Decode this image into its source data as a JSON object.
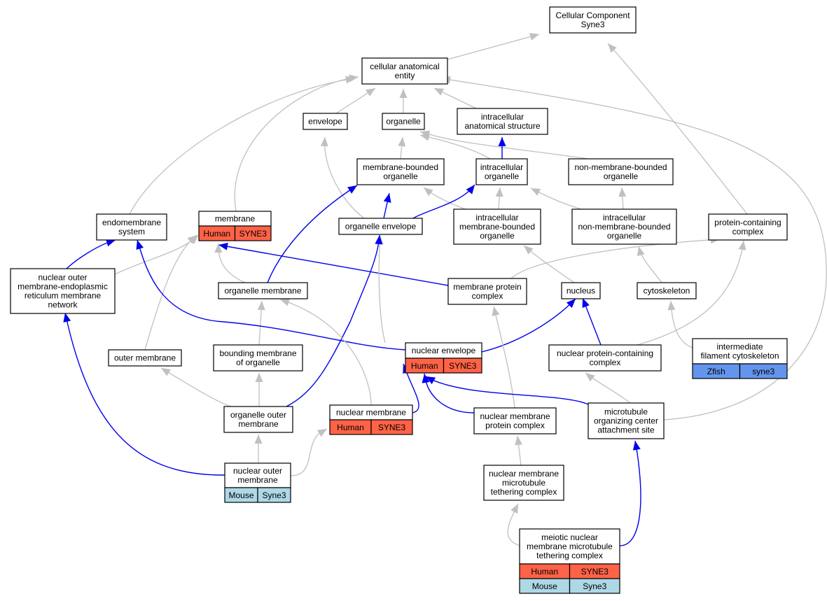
{
  "colors": {
    "Human": "#ff6347",
    "Mouse": "#add8e6",
    "Zfish": "#6495ed",
    "is_a_edge": "#c0c0c0",
    "part_of_edge": "#0000ee"
  },
  "nodes": [
    {
      "id": "cc",
      "name": "cellular-component-syne3-node",
      "lines": [
        "Cellular Component",
        "Syne3"
      ],
      "tags": []
    },
    {
      "id": "cae",
      "name": "cellular-anatomical-entity-node",
      "lines": [
        "cellular anatomical",
        "entity"
      ],
      "tags": []
    },
    {
      "id": "env",
      "name": "envelope-node",
      "lines": [
        "envelope"
      ],
      "tags": []
    },
    {
      "id": "org",
      "name": "organelle-node",
      "lines": [
        "organelle"
      ],
      "tags": []
    },
    {
      "id": "ias",
      "name": "intracellular-anatomical-structure-node",
      "lines": [
        "intracellular",
        "anatomical structure"
      ],
      "tags": []
    },
    {
      "id": "mbo",
      "name": "membrane-bounded-organelle-node",
      "lines": [
        "membrane-bounded",
        "organelle"
      ],
      "tags": []
    },
    {
      "id": "io",
      "name": "intracellular-organelle-node",
      "lines": [
        "intracellular",
        "organelle"
      ],
      "tags": []
    },
    {
      "id": "nmbo",
      "name": "non-membrane-bounded-organelle-node",
      "lines": [
        "non-membrane-bounded",
        "organelle"
      ],
      "tags": []
    },
    {
      "id": "es",
      "name": "endomembrane-system-node",
      "lines": [
        "endomembrane",
        "system"
      ],
      "tags": []
    },
    {
      "id": "mem",
      "name": "membrane-node",
      "lines": [
        "membrane"
      ],
      "tags": [
        {
          "species": "Human",
          "gene": "SYNE3"
        }
      ]
    },
    {
      "id": "oenv",
      "name": "organelle-envelope-node",
      "lines": [
        "organelle envelope"
      ],
      "tags": []
    },
    {
      "id": "imbo",
      "name": "intracellular-membrane-bounded-organelle-node",
      "lines": [
        "intracellular",
        "membrane-bounded",
        "organelle"
      ],
      "tags": []
    },
    {
      "id": "inmbo",
      "name": "intracellular-non-membrane-bounded-organelle-node",
      "lines": [
        "intracellular",
        "non-membrane-bounded",
        "organelle"
      ],
      "tags": []
    },
    {
      "id": "pcc",
      "name": "protein-containing-complex-node",
      "lines": [
        "protein-containing",
        "complex"
      ],
      "tags": []
    },
    {
      "id": "nomer",
      "name": "nuclear-outer-membrane-er-network-node",
      "lines": [
        "nuclear outer",
        "membrane-endoplasmic",
        "reticulum membrane",
        "network"
      ],
      "tags": []
    },
    {
      "id": "omem",
      "name": "organelle-membrane-node",
      "lines": [
        "organelle membrane"
      ],
      "tags": []
    },
    {
      "id": "mpc",
      "name": "membrane-protein-complex-node",
      "lines": [
        "membrane protein",
        "complex"
      ],
      "tags": []
    },
    {
      "id": "nuc",
      "name": "nucleus-node",
      "lines": [
        "nucleus"
      ],
      "tags": []
    },
    {
      "id": "csk",
      "name": "cytoskeleton-node",
      "lines": [
        "cytoskeleton"
      ],
      "tags": []
    },
    {
      "id": "ifc",
      "name": "intermediate-filament-cytoskeleton-node",
      "lines": [
        "intermediate",
        "filament cytoskeleton"
      ],
      "tags": [
        {
          "species": "Zfish",
          "gene": "syne3"
        }
      ]
    },
    {
      "id": "outm",
      "name": "outer-membrane-node",
      "lines": [
        "outer membrane"
      ],
      "tags": []
    },
    {
      "id": "bmo",
      "name": "bounding-membrane-of-organelle-node",
      "lines": [
        "bounding membrane",
        "of organelle"
      ],
      "tags": []
    },
    {
      "id": "nenv",
      "name": "nuclear-envelope-node",
      "lines": [
        "nuclear envelope"
      ],
      "tags": [
        {
          "species": "Human",
          "gene": "SYNE3"
        }
      ]
    },
    {
      "id": "npcc",
      "name": "nuclear-protein-containing-complex-node",
      "lines": [
        "nuclear protein-containing",
        "complex"
      ],
      "tags": []
    },
    {
      "id": "oom",
      "name": "organelle-outer-membrane-node",
      "lines": [
        "organelle outer",
        "membrane"
      ],
      "tags": []
    },
    {
      "id": "nmem",
      "name": "nuclear-membrane-node",
      "lines": [
        "nuclear membrane"
      ],
      "tags": [
        {
          "species": "Human",
          "gene": "SYNE3"
        }
      ]
    },
    {
      "id": "nmpc",
      "name": "nuclear-membrane-protein-complex-node",
      "lines": [
        "nuclear membrane",
        "protein complex"
      ],
      "tags": []
    },
    {
      "id": "mtoc",
      "name": "microtubule-organizing-center-attachment-site-node",
      "lines": [
        "microtubule",
        "organizing center",
        "attachment site"
      ],
      "tags": []
    },
    {
      "id": "nom",
      "name": "nuclear-outer-membrane-node",
      "lines": [
        "nuclear outer",
        "membrane"
      ],
      "tags": [
        {
          "species": "Mouse",
          "gene": "Syne3"
        }
      ]
    },
    {
      "id": "nmmtc",
      "name": "nuclear-membrane-microtubule-tethering-complex-node",
      "lines": [
        "nuclear membrane",
        "microtubule",
        "tethering complex"
      ],
      "tags": []
    },
    {
      "id": "mnmmtc",
      "name": "meiotic-nuclear-membrane-microtubule-tethering-complex-node",
      "lines": [
        "meiotic nuclear",
        "membrane microtubule",
        "tethering complex"
      ],
      "tags": [
        {
          "species": "Human",
          "gene": "SYNE3"
        },
        {
          "species": "Mouse",
          "gene": "Syne3"
        }
      ]
    }
  ],
  "edges": [
    {
      "from": "cae",
      "to": "cc",
      "type": "is_a"
    },
    {
      "from": "pcc",
      "to": "cc",
      "type": "is_a"
    },
    {
      "from": "env",
      "to": "cae",
      "type": "is_a"
    },
    {
      "from": "org",
      "to": "cae",
      "type": "is_a"
    },
    {
      "from": "ias",
      "to": "cae",
      "type": "is_a"
    },
    {
      "from": "es",
      "to": "cae",
      "type": "is_a"
    },
    {
      "from": "mem",
      "to": "cae",
      "type": "is_a"
    },
    {
      "from": "mtoc",
      "to": "cae",
      "type": "is_a"
    },
    {
      "from": "mbo",
      "to": "org",
      "type": "is_a"
    },
    {
      "from": "io",
      "to": "org",
      "type": "is_a"
    },
    {
      "from": "nmbo",
      "to": "org",
      "type": "is_a"
    },
    {
      "from": "io",
      "to": "ias",
      "type": "part_of"
    },
    {
      "from": "imbo",
      "to": "mbo",
      "type": "is_a"
    },
    {
      "from": "imbo",
      "to": "io",
      "type": "is_a"
    },
    {
      "from": "inmbo",
      "to": "io",
      "type": "is_a"
    },
    {
      "from": "inmbo",
      "to": "nmbo",
      "type": "is_a"
    },
    {
      "from": "oenv",
      "to": "env",
      "type": "is_a"
    },
    {
      "from": "oenv",
      "to": "mbo",
      "type": "part_of"
    },
    {
      "from": "oenv",
      "to": "io",
      "type": "part_of"
    },
    {
      "from": "nomer",
      "to": "es",
      "type": "part_of"
    },
    {
      "from": "nomer",
      "to": "mem",
      "type": "is_a"
    },
    {
      "from": "omem",
      "to": "mem",
      "type": "is_a"
    },
    {
      "from": "omem",
      "to": "mbo",
      "type": "part_of"
    },
    {
      "from": "mpc",
      "to": "mem",
      "type": "part_of"
    },
    {
      "from": "mpc",
      "to": "pcc",
      "type": "is_a"
    },
    {
      "from": "nuc",
      "to": "imbo",
      "type": "is_a"
    },
    {
      "from": "csk",
      "to": "inmbo",
      "type": "is_a"
    },
    {
      "from": "npcc",
      "to": "pcc",
      "type": "is_a"
    },
    {
      "from": "npcc",
      "to": "nuc",
      "type": "part_of"
    },
    {
      "from": "ifc",
      "to": "csk",
      "type": "is_a"
    },
    {
      "from": "outm",
      "to": "mem",
      "type": "is_a"
    },
    {
      "from": "bmo",
      "to": "omem",
      "type": "is_a"
    },
    {
      "from": "nenv",
      "to": "es",
      "type": "part_of"
    },
    {
      "from": "nenv",
      "to": "oenv",
      "type": "is_a"
    },
    {
      "from": "nenv",
      "to": "nuc",
      "type": "part_of"
    },
    {
      "from": "oom",
      "to": "outm",
      "type": "is_a"
    },
    {
      "from": "oom",
      "to": "bmo",
      "type": "is_a"
    },
    {
      "from": "oom",
      "to": "oenv",
      "type": "part_of"
    },
    {
      "from": "nmem",
      "to": "omem",
      "type": "is_a"
    },
    {
      "from": "nmem",
      "to": "nenv",
      "type": "part_of"
    },
    {
      "from": "nmpc",
      "to": "mpc",
      "type": "is_a"
    },
    {
      "from": "nmpc",
      "to": "nenv",
      "type": "part_of"
    },
    {
      "from": "mtoc",
      "to": "nenv",
      "type": "part_of"
    },
    {
      "from": "mtoc",
      "to": "npcc",
      "type": "is_a"
    },
    {
      "from": "nom",
      "to": "oom",
      "type": "is_a"
    },
    {
      "from": "nom",
      "to": "nmem",
      "type": "is_a"
    },
    {
      "from": "nom",
      "to": "nomer",
      "type": "part_of"
    },
    {
      "from": "nmmtc",
      "to": "nmpc",
      "type": "is_a"
    },
    {
      "from": "mnmmtc",
      "to": "nmmtc",
      "type": "is_a"
    },
    {
      "from": "mnmmtc",
      "to": "mtoc",
      "type": "part_of"
    }
  ]
}
